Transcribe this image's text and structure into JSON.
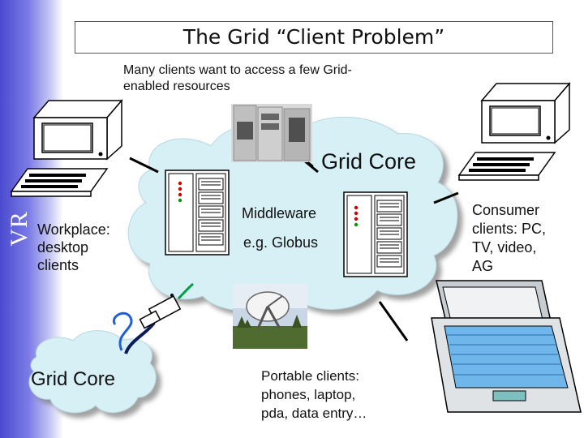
{
  "slide": {
    "title": "The Grid “Client Problem”",
    "subtitle_line1": "Many clients want to access a few Grid-",
    "subtitle_line2": "enabled resources",
    "logo": "VR",
    "grid_core_main": "Grid Core",
    "grid_core_secondary": "Grid Core",
    "middleware": "Middleware",
    "globus": "e.g. Globus",
    "workplace": [
      "Workplace:",
      "desktop",
      "clients"
    ],
    "consumer": [
      "Consumer",
      "clients: PC,",
      "TV, video,",
      "AG"
    ],
    "portable": [
      "Portable clients:",
      "phones, laptop,",
      "pda, data entry…"
    ]
  },
  "colors": {
    "cloud": "#d6f0f6",
    "sidebar": "#4a4ad0",
    "keyboard_keys": "#4aa6e8"
  },
  "icons": [
    "desktop-computer-icon",
    "server-rack-icon",
    "supercomputer-icon",
    "radio-telescope-icon",
    "laptop-icon",
    "cable-plug-icon"
  ]
}
